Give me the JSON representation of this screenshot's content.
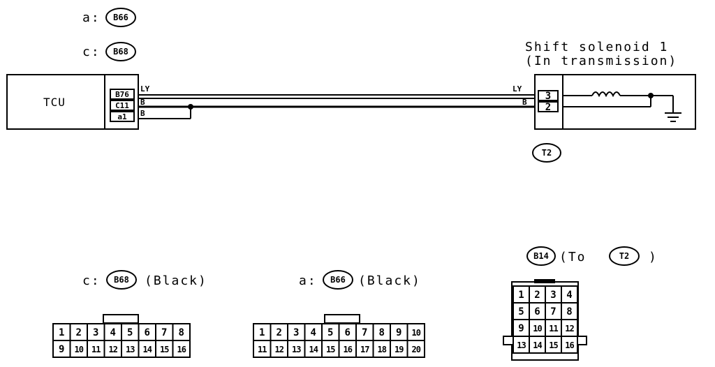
{
  "legend": {
    "a_prefix": "a:",
    "a_code": "B66",
    "c_prefix": "c:",
    "c_code": "B68"
  },
  "tcu": {
    "label": "TCU",
    "pins": [
      "B76",
      "C11",
      "a1"
    ]
  },
  "wire": {
    "left_colors": [
      "LY",
      "B",
      "B"
    ],
    "right_colors": [
      "LY",
      "B"
    ]
  },
  "solenoid": {
    "title_line1": "Shift solenoid 1",
    "title_line2": "(In transmission)",
    "pins": [
      "3",
      "2"
    ],
    "connector": "T2"
  },
  "connectors": {
    "c": {
      "prefix": "c:",
      "code": "B68",
      "color": "(Black)",
      "row1": [
        "1",
        "2",
        "3",
        "4",
        "5",
        "6",
        "7",
        "8"
      ],
      "row2": [
        "9",
        "10",
        "11",
        "12",
        "13",
        "14",
        "15",
        "16"
      ]
    },
    "a": {
      "prefix": "a:",
      "code": "B66",
      "color": "(Black)",
      "row1": [
        "1",
        "2",
        "3",
        "4",
        "5",
        "6",
        "7",
        "8",
        "9",
        "10"
      ],
      "row2": [
        "11",
        "12",
        "13",
        "14",
        "15",
        "16",
        "17",
        "18",
        "19",
        "20"
      ]
    },
    "b14": {
      "code": "B14",
      "to_prefix": "(To",
      "to_code": "T2",
      "to_suffix": ")",
      "rows": [
        [
          "1",
          "2",
          "3",
          "4"
        ],
        [
          "5",
          "6",
          "7",
          "8"
        ],
        [
          "9",
          "10",
          "11",
          "12"
        ],
        [
          "13",
          "14",
          "15",
          "16"
        ]
      ]
    }
  }
}
